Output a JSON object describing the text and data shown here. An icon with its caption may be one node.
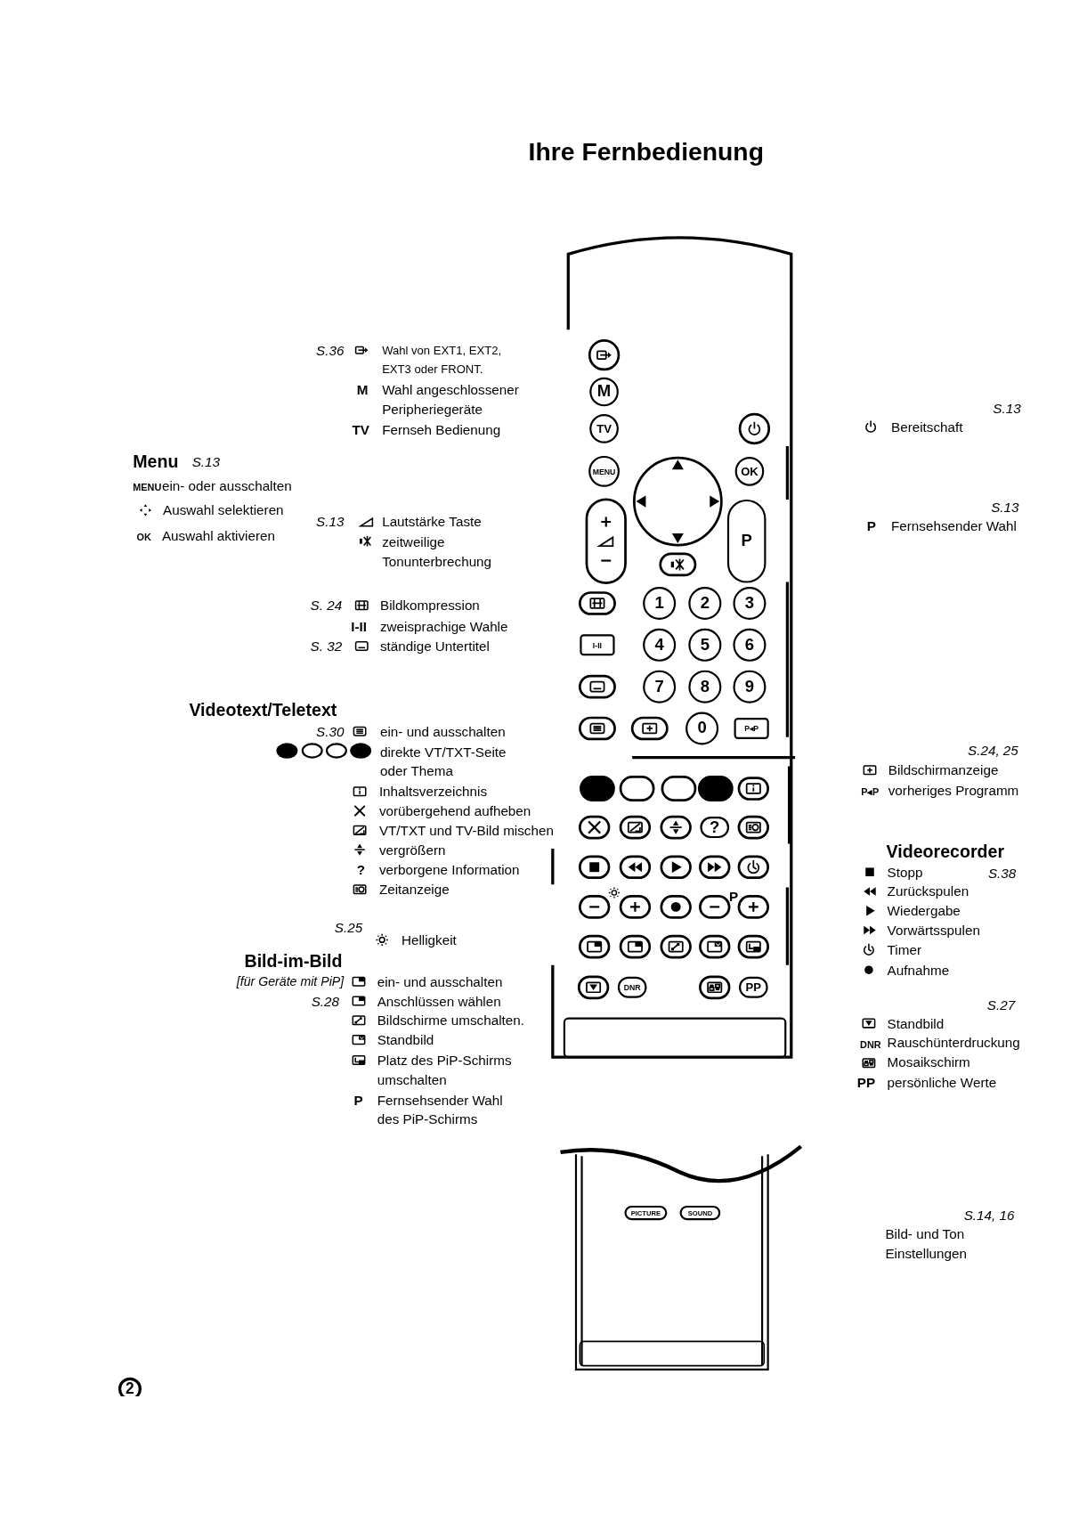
{
  "diagram": {
    "title": "Ihre Fernbedienung",
    "nodes": [
      {
        "text": [
          "M"
        ]
      },
      {
        "text": [
          "TV"
        ]
      },
      {
        "text": [
          "MENU"
        ]
      },
      {
        "text": [
          "OK"
        ]
      },
      {
        "text": [
          "P"
        ]
      },
      {
        "text": [
          "1"
        ]
      },
      {
        "text": [
          "2"
        ]
      },
      {
        "text": [
          "3"
        ]
      },
      {
        "text": [
          "I-II"
        ]
      },
      {
        "text": [
          "4"
        ]
      },
      {
        "text": [
          "5"
        ]
      },
      {
        "text": [
          "6"
        ]
      },
      {
        "text": [
          "7"
        ]
      },
      {
        "text": [
          "8"
        ]
      },
      {
        "text": [
          "9"
        ]
      },
      {
        "text": [
          "0"
        ]
      },
      {
        "text": [
          "P◂P"
        ]
      },
      {
        "text": [
          "?"
        ]
      },
      {
        "text": [
          "DNR"
        ]
      },
      {
        "text": [
          "PP"
        ]
      },
      {
        "text": [
          "PICTURE"
        ]
      },
      {
        "text": [
          "SOUND"
        ]
      }
    ],
    "labels": [
      "S.36",
      "Wahl von EXT1, EXT2, EXT3 oder FRONT.",
      "M",
      "Wahl angeschlossener Peripheriegeräte",
      "TV",
      "Fernseh Bedienung",
      "S.13",
      "Bereitschaft",
      "Menu",
      "S.13",
      "MENU",
      "ein- oder ausschalten",
      "Auswahl selektieren",
      "S.13",
      "S.13",
      "Lautstärke Taste",
      "P",
      "Fernsehsender Wahl",
      "OK",
      "Auswahl aktivieren",
      "zeitweilige Tonunterbrechung",
      "S. 24",
      "Bildkompression",
      "I-II",
      "zweisprachige Wahle",
      "S. 32",
      "ständige Untertitel",
      "Videotext/Teletext",
      "S.30",
      "ein- und ausschalten",
      "direkte VT/TXT-Seite oder Thema",
      "S.24, 25",
      "Bildschirmanzeige",
      "Inhaltsverzeichnis",
      "P◂P",
      "vorheriges Programm",
      "vorübergehend aufheben",
      "VT/TXT und TV-Bild mischen",
      "vergrößern",
      "Videorecorder",
      "?",
      "verborgene Information",
      "Stopp",
      "S.38",
      "Zeitanzeige",
      "P",
      "Zurückspulen",
      "Wiedergabe",
      "S.25",
      "Vorwärtsspulen",
      "Helligkeit",
      "Timer",
      "Bild-im-Bild",
      "Aufnahme",
      "[für Geräte mit PiP]",
      "ein- und ausschalten",
      "S.28",
      "Anschlüssen wählen",
      "S.27",
      "Bildschirme umschalten.",
      "Standbild",
      "Standbild",
      "DNR",
      "Rauschünterdruckung",
      "Platz des PiP-Schirms umschalten",
      "Mosaikschirm",
      "PP",
      "persönliche Werte",
      "P",
      "Fernsehsender Wahl des PiP-Schirms",
      "S.14, 16",
      "Bild- und Ton Einstellungen",
      "2"
    ]
  }
}
